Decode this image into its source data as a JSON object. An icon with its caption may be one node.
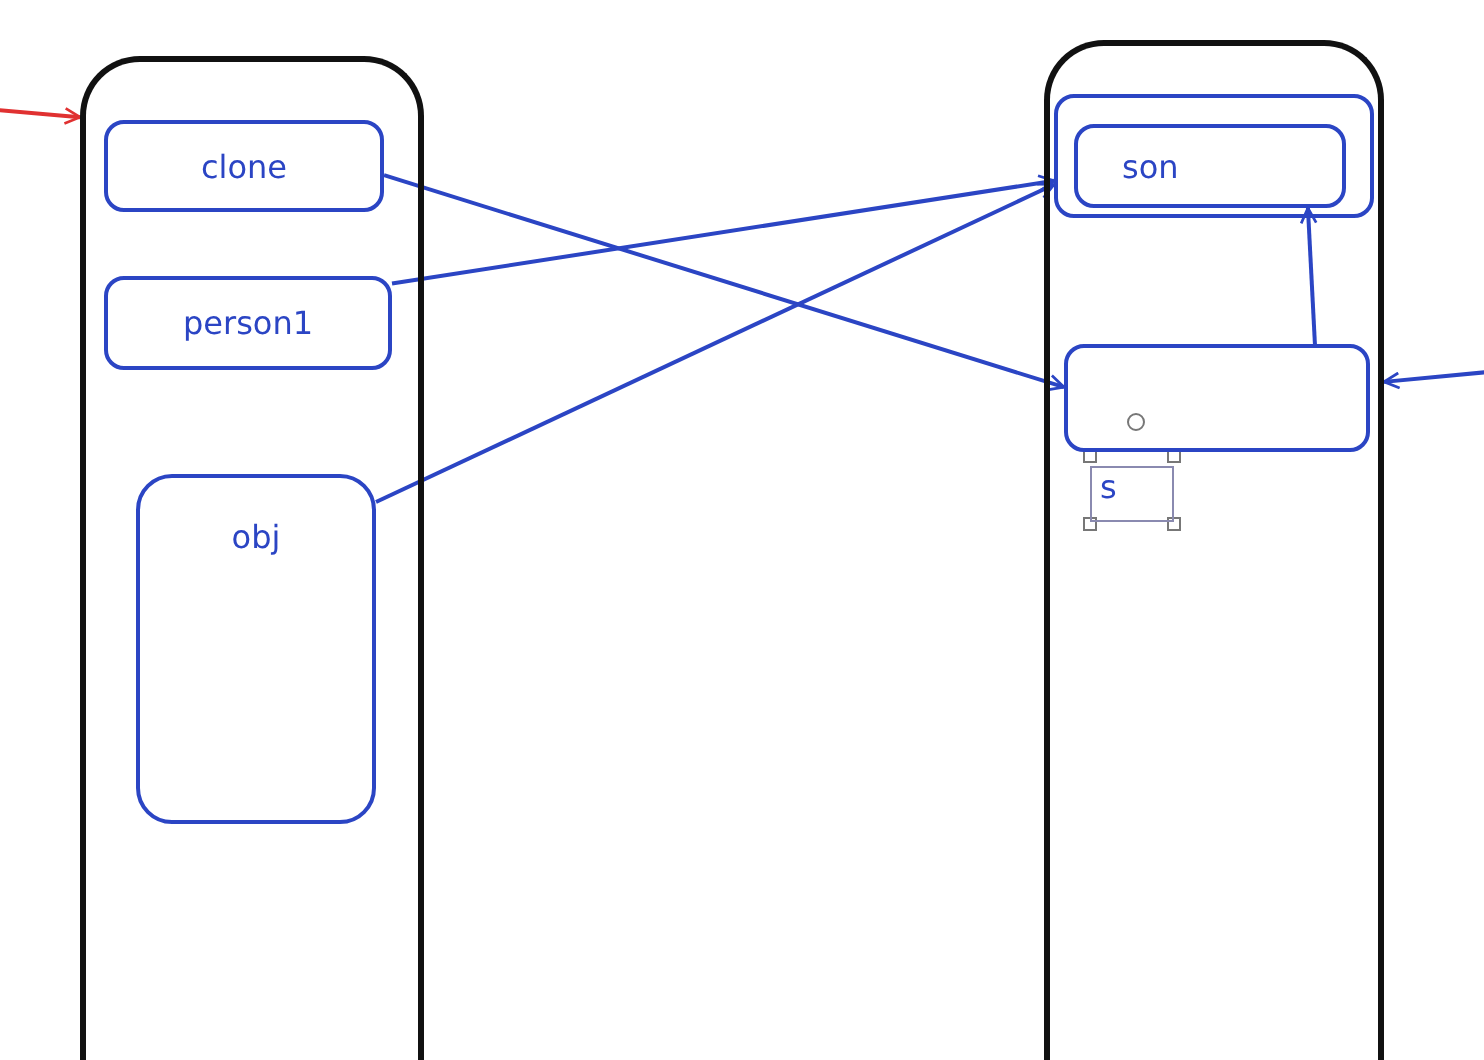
{
  "diagram": {
    "nodes": [
      {
        "text": [],
        "shape": "box"
      },
      {
        "text": [
          "clone"
        ],
        "in": 0
      },
      {
        "text": [
          "person1"
        ],
        "in": 0
      },
      {
        "text": [
          "obj"
        ],
        "in": 0
      },
      {
        "text": [],
        "shape": "box"
      },
      {
        "text": [],
        "shape": "box",
        "in": 4
      },
      {
        "text": [
          "son"
        ],
        "in": 5
      },
      {
        "text": [],
        "shape": "box",
        "in": 4
      }
    ],
    "edges": [
      {
        "from": 1,
        "to": 7,
        "arrow": "to"
      },
      {
        "from": 2,
        "to": 5,
        "arrow": "to"
      },
      {
        "from": 3,
        "to": 5,
        "arrow": "to"
      },
      {
        "from": 7,
        "to": 6,
        "arrow": "to"
      },
      {
        "from": null,
        "to": 0,
        "arrow": "to",
        "color": "#e03131"
      },
      {
        "from": null,
        "to": 4,
        "arrow": "to"
      }
    ],
    "labels": [
      "s"
    ]
  }
}
